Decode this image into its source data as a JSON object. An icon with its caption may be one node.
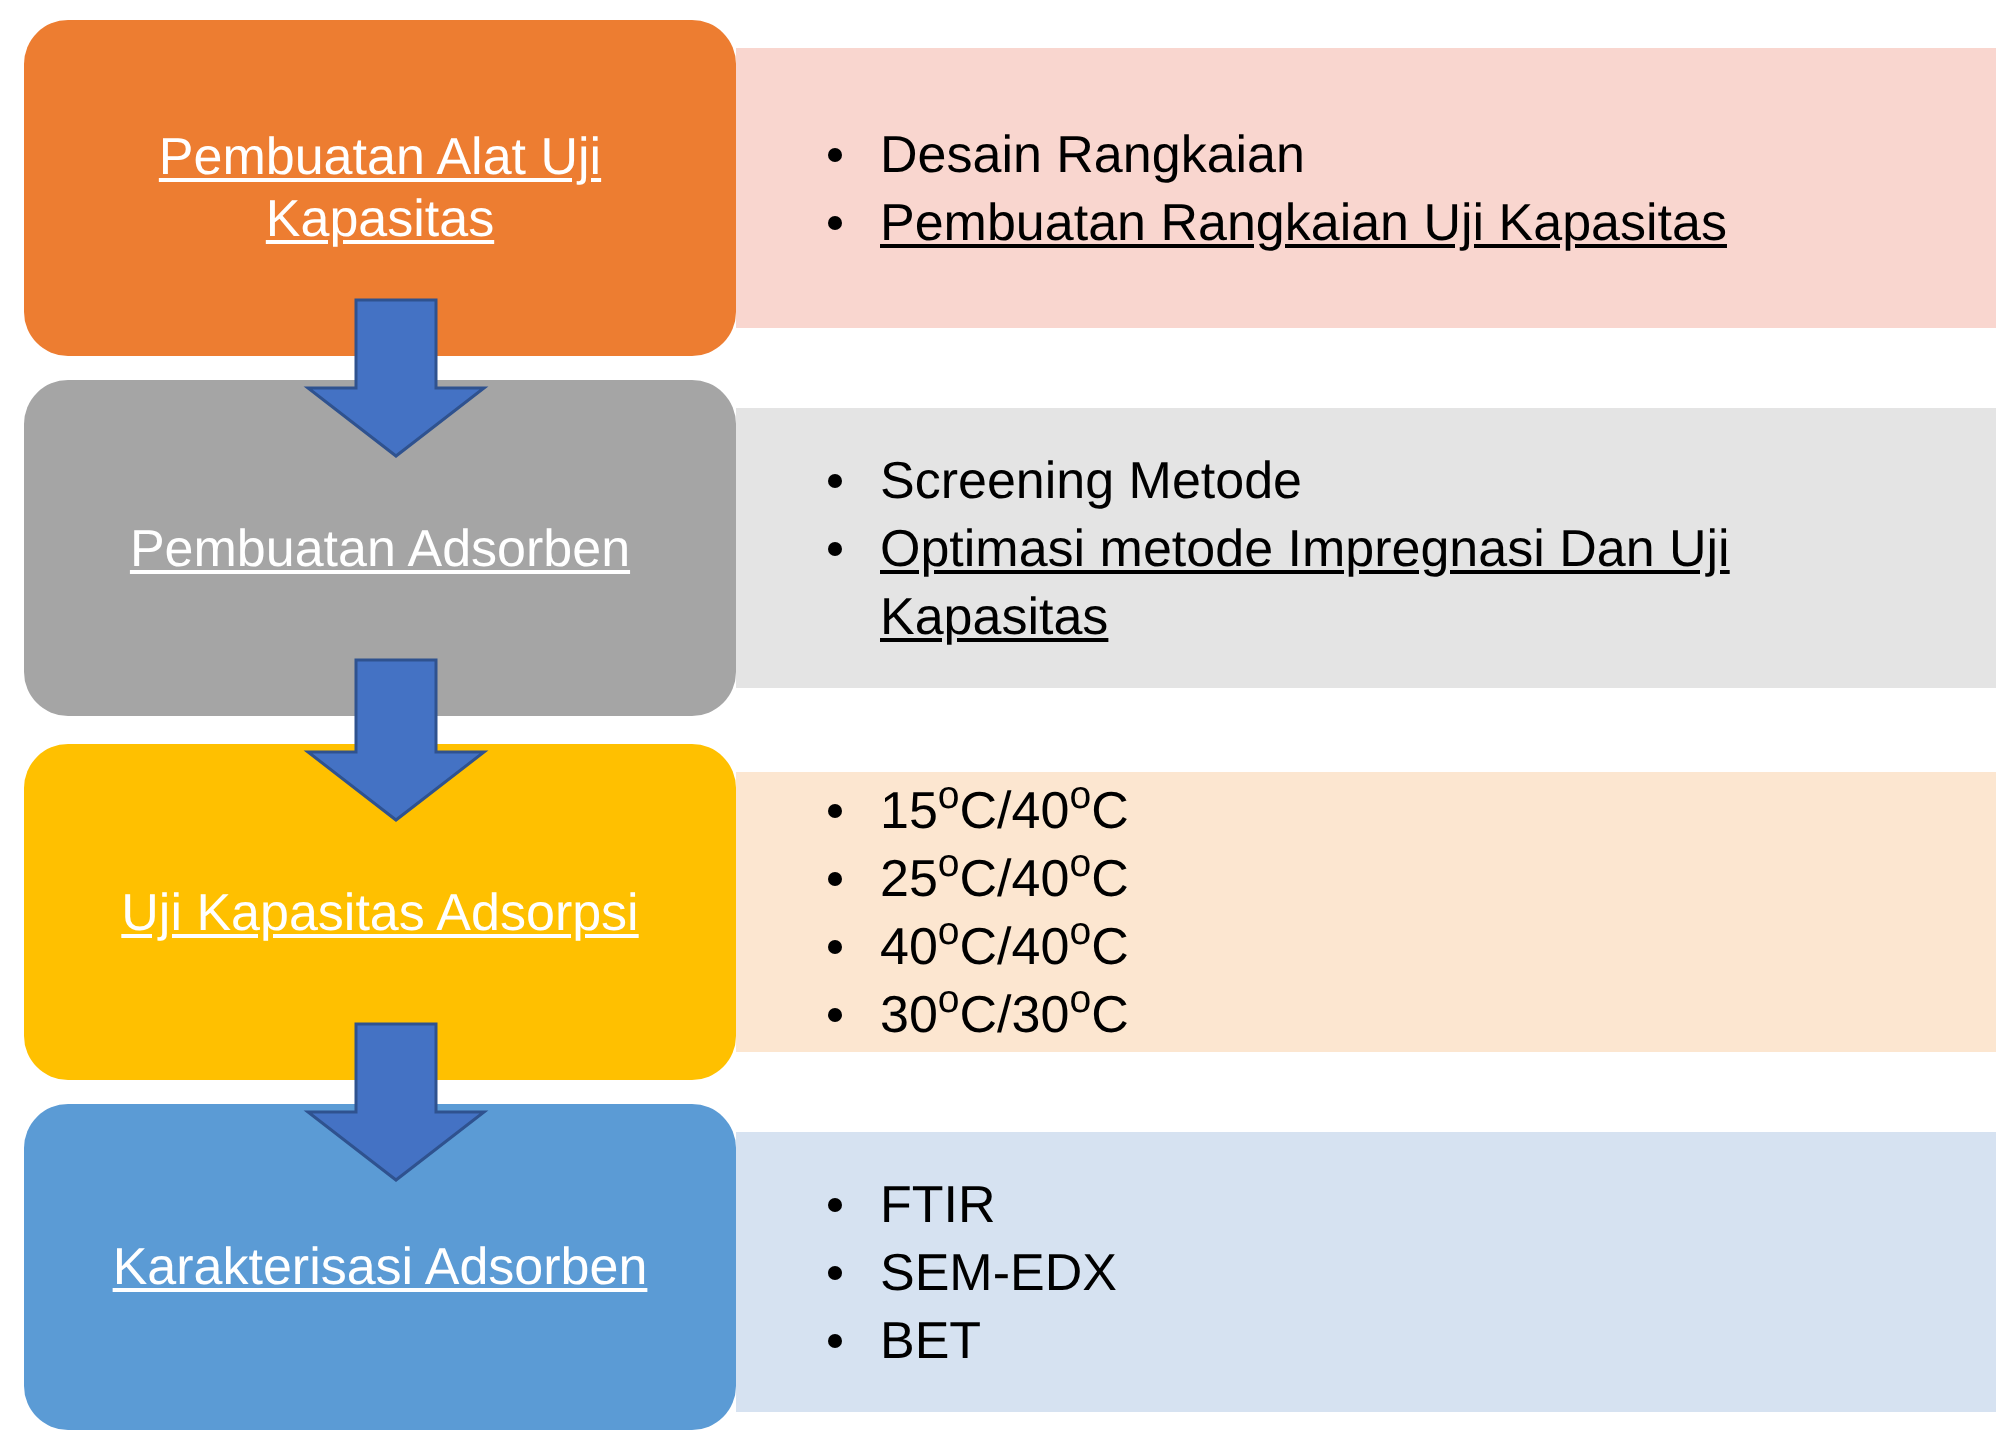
{
  "diagram": {
    "nodes": [
      {
        "text": [
          "Pembuatan Alat Uji Kapasitas"
        ]
      },
      {
        "text": [
          "Desain Rangkaian",
          "Pembuatan Rangkaian Uji Kapasitas"
        ]
      },
      {
        "text": [
          "Pembuatan Adsorben"
        ]
      },
      {
        "text": [
          "Screening Metode",
          "Optimasi metode Impregnasi Dan Uji Kapasitas"
        ]
      },
      {
        "text": [
          "Uji Kapasitas Adsorpsi"
        ]
      },
      {
        "text": [
          "15$^{o}$C/40$^{o}$C",
          "25$^{o}$C/40$^{o}$C",
          "40$^{o}$C/40$^{o}$C",
          "30$^{o}$C/30$^{o}$C"
        ]
      },
      {
        "text": [
          "Karakterisasi Adsorben"
        ]
      },
      {
        "text": [
          "FTIR",
          "SEM-EDX",
          "BET"
        ]
      }
    ],
    "edges": [
      {
        "from": 0,
        "to": 2,
        "arrow": "to"
      },
      {
        "from": 2,
        "to": 4,
        "arrow": "to"
      },
      {
        "from": 4,
        "to": 6,
        "arrow": "to"
      }
    ]
  }
}
